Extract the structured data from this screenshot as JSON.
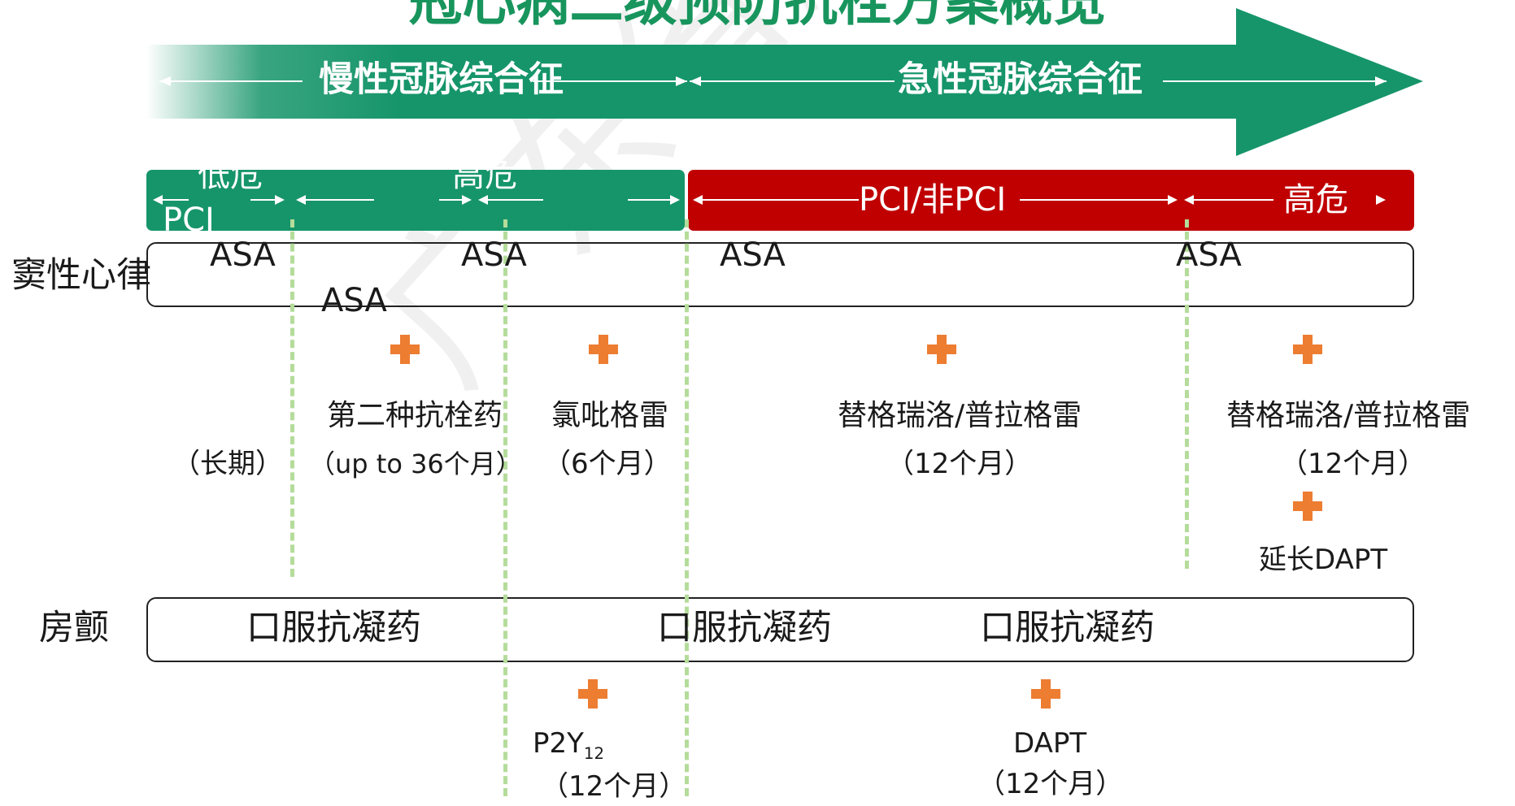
{
  "title": "冠心病二级预防抗栓方案概览",
  "arrow": {
    "left_label": "慢性冠脉综合征",
    "right_label": "急性冠脉综合征"
  },
  "bands": {
    "low_risk": "低危",
    "pci": "PCI",
    "high_risk_left": "高危",
    "pci_nonpci": "PCI/非PCI",
    "high_risk_right": "高危"
  },
  "rows": {
    "sinus": "窦性心律",
    "af": "房颤"
  },
  "asa_labels": [
    "ASA",
    "ASA",
    "ASA",
    "ASA",
    "ASA"
  ],
  "regimens": {
    "long_term": "（长期）",
    "second_drug": "第二种抗栓药",
    "second_drug_duration": "（up to 36个月）",
    "clopidogrel": "氯吡格雷",
    "clopidogrel_duration": "（6个月）",
    "ticag_1": "替格瑞洛/普拉格雷",
    "ticag_1_duration": "（12个月）",
    "ticag_2": "替格瑞洛/普拉格雷",
    "ticag_2_duration": "（12个月）",
    "extend_dapt": "延长DAPT"
  },
  "af_row": {
    "oac": [
      "口服抗凝药",
      "口服抗凝药",
      "口服抗凝药"
    ],
    "p2y_main": "P2Y",
    "p2y_sub": "12",
    "p2y_duration": "（12个月）",
    "dapt": "DAPT",
    "dapt_duration": "（12个月）"
  },
  "watermark": "广东省胸痛中心协会",
  "colors": {
    "green": "#16956a",
    "red": "#c00000",
    "plus": "#ed7d31",
    "dash": "#b4dc9b"
  }
}
